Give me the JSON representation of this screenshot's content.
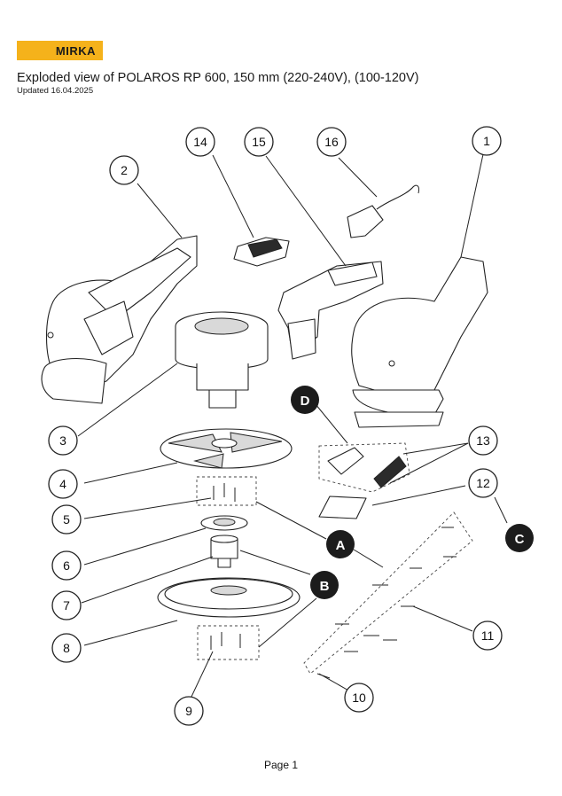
{
  "brand": {
    "logo_text": "MIRKA",
    "accent_color": "#f5b21b"
  },
  "header": {
    "title": "Exploded view of POLAROS RP 600, 150 mm (220-240V), (100-120V)",
    "updated": "Updated 16.04.2025"
  },
  "callouts": {
    "c1": "1",
    "c2": "2",
    "c3": "3",
    "c4": "4",
    "c5": "5",
    "c6": "6",
    "c7": "7",
    "c8": "8",
    "c9": "9",
    "c10": "10",
    "c11": "11",
    "c12": "12",
    "c13": "13",
    "c14": "14",
    "c15": "15",
    "c16": "16"
  },
  "letters": {
    "A": "A",
    "B": "B",
    "C": "C",
    "D": "D"
  },
  "footer": {
    "page": "Page 1"
  }
}
